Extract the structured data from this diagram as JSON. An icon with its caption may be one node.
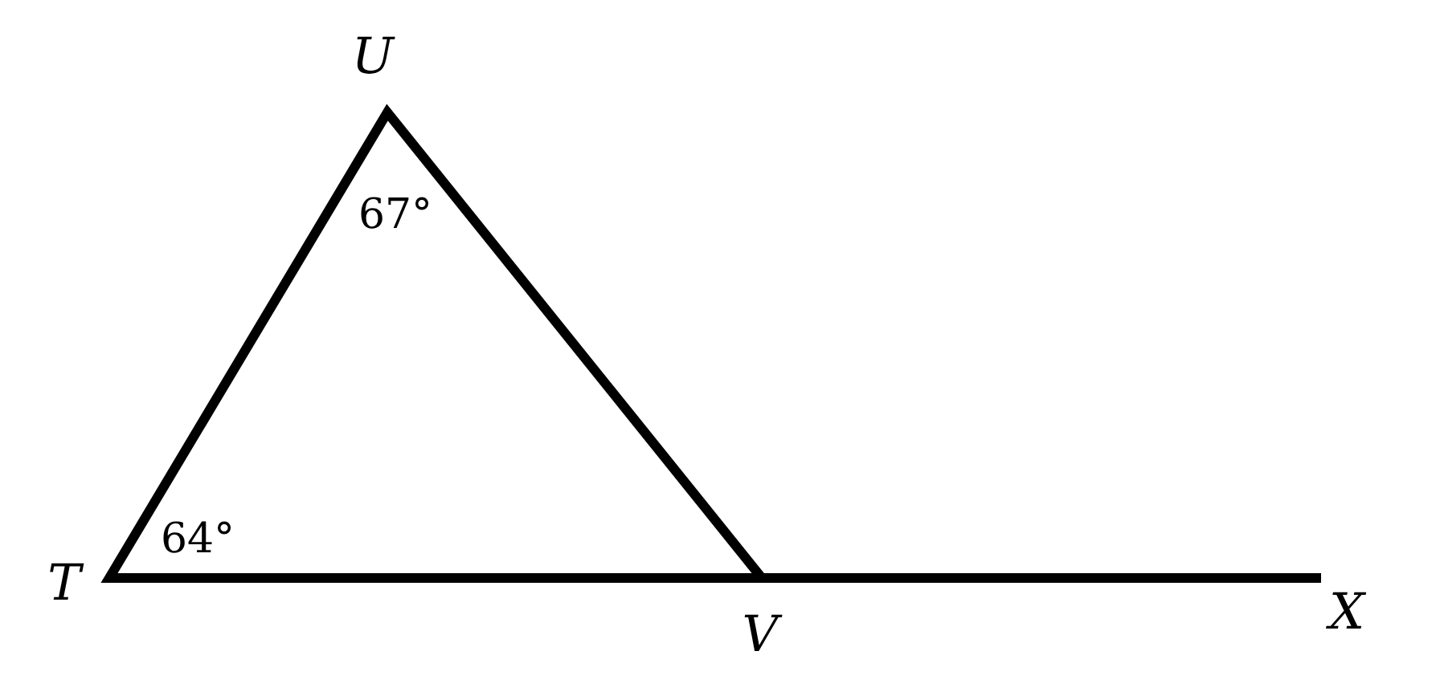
{
  "diagram": {
    "labels": [
      "U",
      "67°",
      "64°",
      "T",
      "V",
      "X"
    ]
  }
}
